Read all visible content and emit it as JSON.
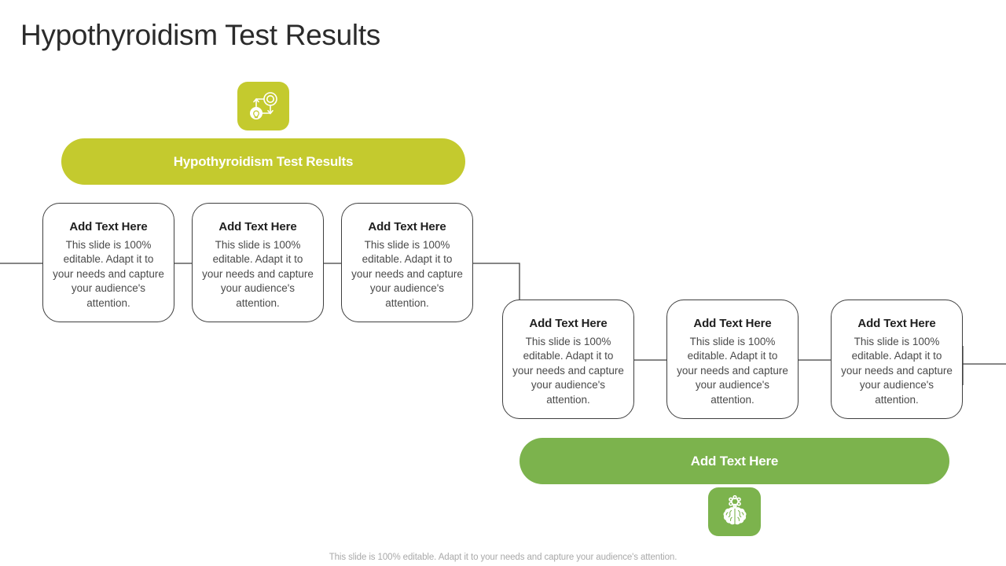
{
  "page": {
    "title": "Hypothyroidism Test Results",
    "footer_note": "This slide is 100% editable. Adapt it to your needs and capture your audience's attention."
  },
  "colors": {
    "accent_yellow_green": "#c4ca2e",
    "accent_green": "#7cb34d",
    "line": "#3f3f3f",
    "title_text": "#2b2b2b",
    "body_text": "#4a4a4a",
    "footer_text": "#a9a9a9",
    "card_border": "#3f3f3f",
    "banner_text": "#ffffff"
  },
  "icons": {
    "top": {
      "name": "process-cycle-icon",
      "tile_color": "#c4ca2e"
    },
    "bottom": {
      "name": "brain-gear-icon",
      "tile_color": "#7cb34d"
    }
  },
  "banners": {
    "top": {
      "label": "Hypothyroidism Test Results",
      "color": "#c4ca2e"
    },
    "bottom": {
      "label": "Add Text Here",
      "color": "#7cb34d"
    }
  },
  "cards": {
    "row1": [
      {
        "title": "Add Text Here",
        "body": "This slide is 100% editable. Adapt it to your needs and capture your audience's attention."
      },
      {
        "title": "Add Text Here",
        "body": "This slide is 100% editable. Adapt it to your needs and capture your audience's attention."
      },
      {
        "title": "Add Text Here",
        "body": "This slide is 100% editable. Adapt it to your needs and capture your audience's attention."
      }
    ],
    "row2": [
      {
        "title": "Add Text Here",
        "body": "This slide is 100% editable. Adapt it to your needs and capture your audience's attention."
      },
      {
        "title": "Add Text Here",
        "body": "This slide is 100% editable. Adapt it to your needs and capture your audience's attention."
      },
      {
        "title": "Add Text Here",
        "body": "This slide is 100% editable. Adapt it to your needs and capture your audience's attention."
      }
    ]
  }
}
